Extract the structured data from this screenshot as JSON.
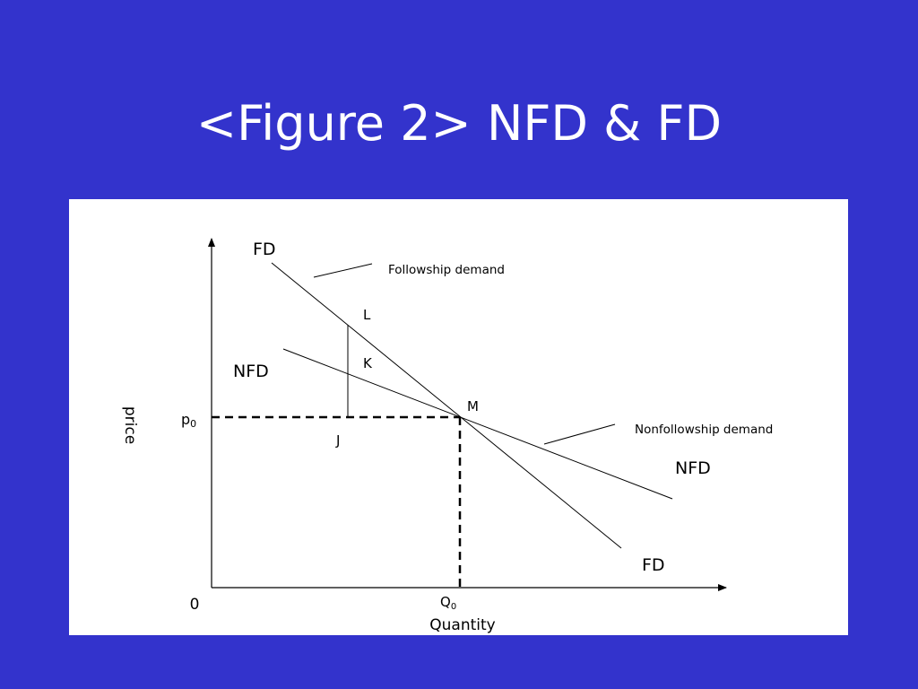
{
  "slide": {
    "title": "<Figure 2> NFD & FD",
    "background_color": "#3333cc",
    "panel_color": "#ffffff"
  },
  "diagram": {
    "axes": {
      "y_label": "price",
      "x_label": "Quantity",
      "origin_label": "0"
    },
    "equilibrium": {
      "price_label": "p",
      "price_subscript": "0",
      "quantity_label": "Q",
      "quantity_subscript": "0"
    },
    "curves": {
      "fd_label": "FD",
      "fd_caption": "Followship demand",
      "nfd_label": "NFD",
      "nfd_caption": "Nonfollowship demand"
    },
    "points": {
      "L": "L",
      "K": "K",
      "M": "M",
      "J": "J"
    }
  }
}
